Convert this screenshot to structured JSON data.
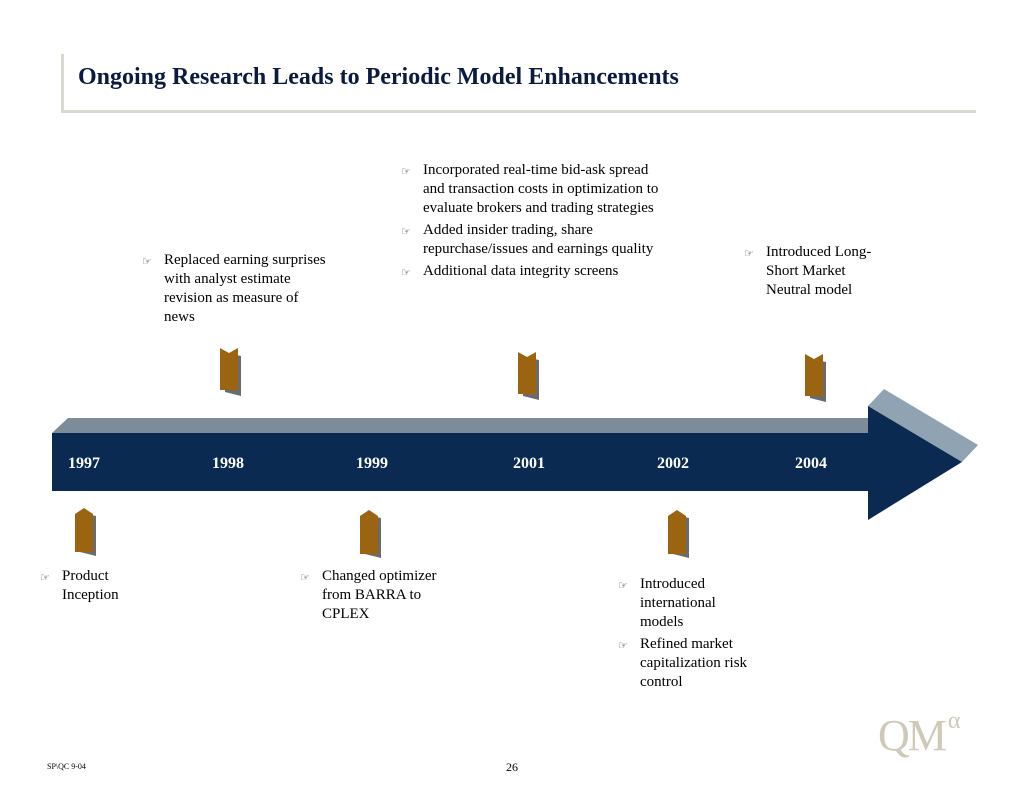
{
  "title": "Ongoing Research Leads to Periodic Model Enhancements",
  "bullet_glyph": "☞",
  "timeline": {
    "years": [
      "1997",
      "1998",
      "1999",
      "2001",
      "2002",
      "2004"
    ],
    "colors": {
      "bar": "#0b2a52",
      "bar_top": "#7c8c99",
      "arrow_face": "#8fa3b3",
      "marker": "#9a6410"
    }
  },
  "notes": {
    "y1997": [
      "Product Inception"
    ],
    "y1998": [
      " Replaced earning surprises with analyst estimate revision as measure of news"
    ],
    "y1999": [
      " Changed optimizer from BARRA to CPLEX"
    ],
    "y2001": [
      " Incorporated real-time bid-ask spread and transaction costs in optimization to evaluate brokers and trading strategies",
      " Added insider trading, share repurchase/issues and earnings quality",
      " Additional data integrity screens"
    ],
    "y2002": [
      "Introduced international models",
      "Refined market capitalization risk control"
    ],
    "y2004": [
      "Introduced Long-Short Market Neutral model"
    ]
  },
  "footer": {
    "code": "SP\\QC 9-04",
    "page": "26"
  },
  "logo": {
    "letters": "QM",
    "superscript": "α"
  }
}
